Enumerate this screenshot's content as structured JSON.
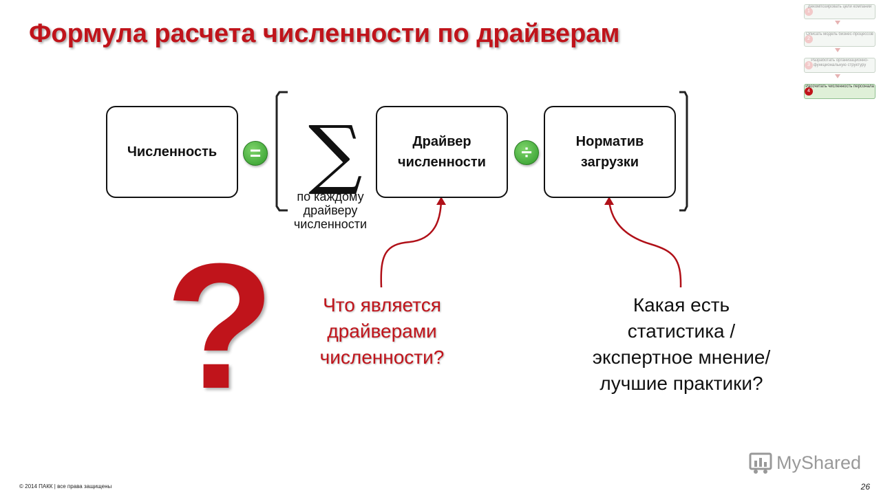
{
  "slide": {
    "title": "Формула расчета численности по драйверам",
    "boxes": {
      "headcount": "Численность",
      "driver": "Драйвер численности",
      "norm": "Норматив загрузки"
    },
    "operators": {
      "equals": "=",
      "divide": "÷"
    },
    "sigma": {
      "symbol": "∑",
      "note": "по каждому драйверу численности"
    },
    "questions": {
      "drivers": "Что является драйверами численности?",
      "stats": "Какая есть статистика / экспертное мнение/лучшие практики?"
    },
    "big_question_mark": "?",
    "footer": "© 2014 ПАКК | все права защищены",
    "page_number": "26",
    "brand": "MyShared"
  },
  "thumbnail": {
    "steps": [
      {
        "num": "1",
        "label": "Декомпозировать цели компании",
        "active": false
      },
      {
        "num": "2",
        "label": "Описать модель бизнес-процессов",
        "active": false
      },
      {
        "num": "3",
        "label": "Разработать организационно-функциональную структуру",
        "active": false
      },
      {
        "num": "4",
        "label": "Рассчитать численность персонала",
        "active": true
      }
    ]
  },
  "colors": {
    "accent": "#c0141b",
    "operator": "#3aa335",
    "text": "#111111"
  }
}
